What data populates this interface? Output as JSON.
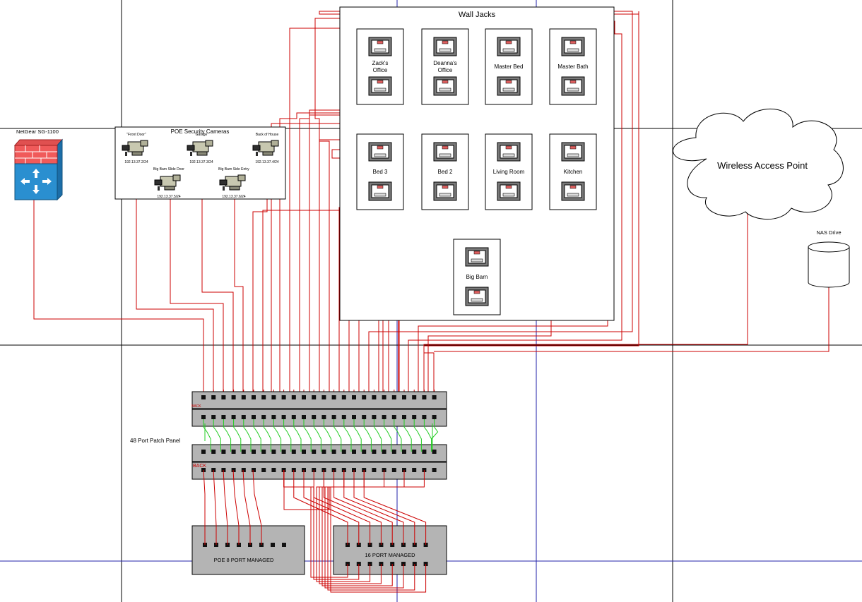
{
  "wall_jacks": {
    "title": "Wall Jacks",
    "rooms": [
      {
        "label": "Zack's Office"
      },
      {
        "label": "Deanna's Office"
      },
      {
        "label": "Master Bed"
      },
      {
        "label": "Master Bath"
      },
      {
        "label": "Bed 3"
      },
      {
        "label": "Bed 2"
      },
      {
        "label": "Living Room"
      },
      {
        "label": "Kitchen"
      },
      {
        "label": "Big Barn"
      }
    ]
  },
  "router": {
    "label": "NetGear SG-1100"
  },
  "cameras": {
    "title": "POE Security Cameras",
    "items": [
      {
        "name": "\"Front Door\"",
        "ip": "192.13.37.2/24"
      },
      {
        "name": "Garage",
        "ip": "192.13.37.3/24"
      },
      {
        "name": "Back of House",
        "ip": "192.13.37.4/24"
      },
      {
        "name": "Big Barn Slide Door",
        "ip": "192.13.37.5/24"
      },
      {
        "name": "Big Barn Side Entry",
        "ip": "192.13.37.6/24"
      }
    ]
  },
  "wireless": {
    "label": "Wireless Access Point"
  },
  "nas": {
    "label": "NAS Drive"
  },
  "patch_panel": {
    "label": "48 Port Patch Panel",
    "back_label": "BACK"
  },
  "switches": [
    {
      "label": "POE 8 PORT MANAGED"
    },
    {
      "label": "16 PORT MANAGED"
    }
  ],
  "colors": {
    "cable": "#cc0000",
    "patch": "#22cc22",
    "grid_black": "#000000",
    "grid_blue": "#2222aa",
    "device_gray": "#b4b4b4",
    "port": "#111111"
  }
}
